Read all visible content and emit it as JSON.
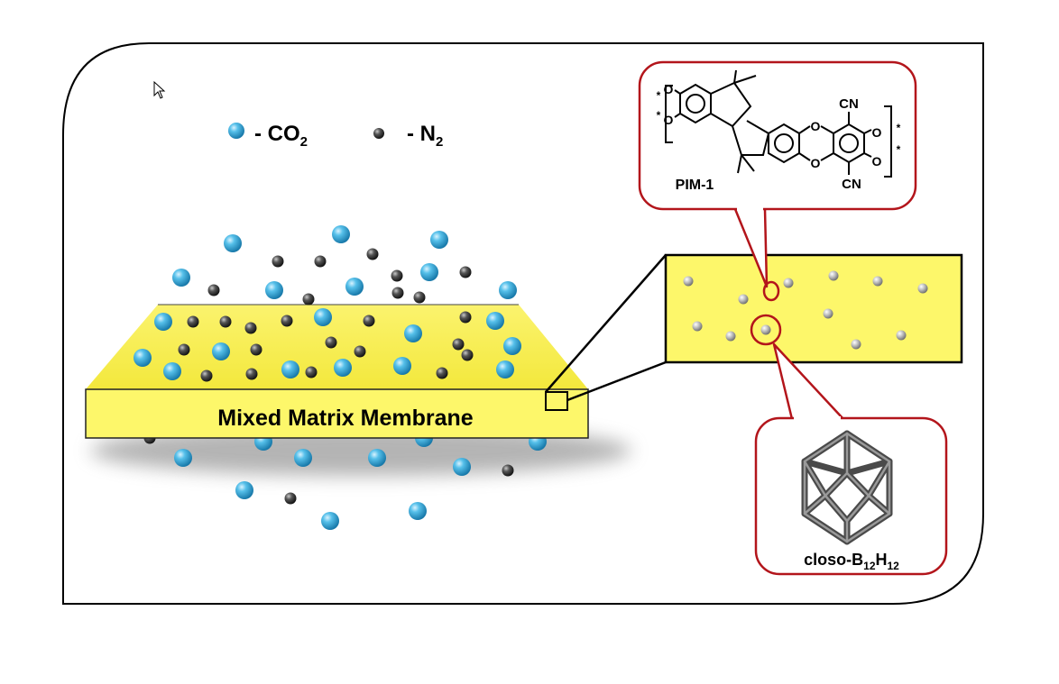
{
  "legend": {
    "co2_prefix": "- CO",
    "co2_sub": "2",
    "n2_prefix": "- N",
    "n2_sub": "2"
  },
  "membrane": {
    "label": "Mixed Matrix Membrane"
  },
  "pim": {
    "label": "PIM-1",
    "cn_top": "CN",
    "cn_bottom": "CN",
    "o": "O",
    "star": "*"
  },
  "cluster": {
    "prefix": "closo-B",
    "sub1": "12",
    "mid": "H",
    "sub2": "12"
  },
  "colors": {
    "co2": "#2da3d6",
    "n2": "#3a3a3a",
    "membrane_fill": "#fdf76a",
    "callout_border": "#b3151b",
    "frame": "#000000"
  },
  "icons": {
    "cursor": "mouse-pointer-icon",
    "co2": "co2-molecule-icon",
    "n2": "n2-molecule-icon",
    "cluster": "icosahedron-icon"
  }
}
